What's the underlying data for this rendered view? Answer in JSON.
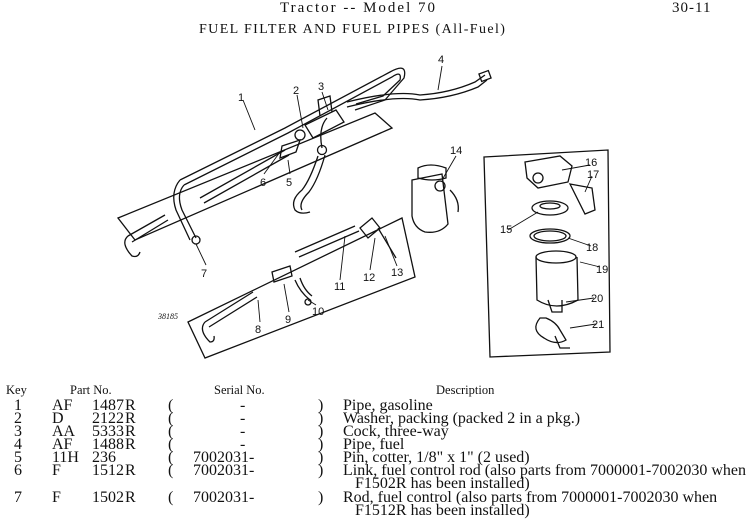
{
  "header": {
    "title": "Tractor -- Model 70",
    "page": "30-11"
  },
  "section_title": "FUEL FILTER AND FUEL PIPES (All-Fuel)",
  "figure_id": "38185",
  "callouts": [
    "1",
    "2",
    "3",
    "4",
    "5",
    "6",
    "7",
    "8",
    "9",
    "10",
    "11",
    "12",
    "13",
    "14",
    "15",
    "16",
    "17",
    "18",
    "19",
    "20",
    "21"
  ],
  "table": {
    "headers": {
      "key": "Key",
      "part": "Part No.",
      "serial": "Serial No.",
      "desc": "Description"
    },
    "rows": [
      {
        "key": "1",
        "prefix": "AF",
        "num": "1487",
        "suffix": "R",
        "serial": "-",
        "desc": "Pipe, gasoline",
        "desc2": ""
      },
      {
        "key": "2",
        "prefix": "D",
        "num": "2122",
        "suffix": "R",
        "serial": "-",
        "desc": "Washer, packing (packed 2 in a pkg.)",
        "desc2": ""
      },
      {
        "key": "3",
        "prefix": "AA",
        "num": "5333",
        "suffix": "R",
        "serial": "-",
        "desc": "Cock, three-way",
        "desc2": ""
      },
      {
        "key": "4",
        "prefix": "AF",
        "num": "1488",
        "suffix": "R",
        "serial": "-",
        "desc": "Pipe, fuel",
        "desc2": ""
      },
      {
        "key": "5",
        "prefix": "11H",
        "num": "236",
        "suffix": "",
        "serial": "7002031-",
        "desc": "Pin, cotter, 1/8\" x 1\" (2 used)",
        "desc2": ""
      },
      {
        "key": "6",
        "prefix": "F",
        "num": "1512",
        "suffix": "R",
        "serial": "7002031-",
        "desc": "Link, fuel control rod (also parts from 7000001-7002030 when",
        "desc2": "F1502R has been installed)"
      },
      {
        "key": "7",
        "prefix": "F",
        "num": "1502",
        "suffix": "R",
        "serial": "7002031-",
        "desc": "Rod, fuel control (also parts from 7000001-7002030 when",
        "desc2": "F1512R has been installed)"
      }
    ]
  }
}
